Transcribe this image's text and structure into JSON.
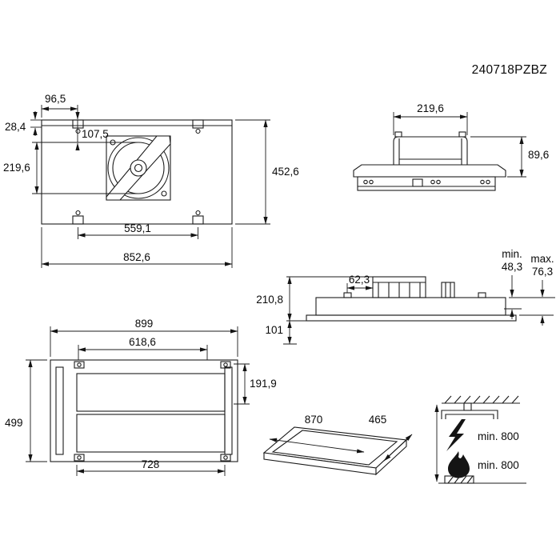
{
  "document": {
    "code": "240718PZBZ"
  },
  "top_view": {
    "dim_bracket_offset_x": "96,5",
    "dim_bracket_offset_y": "28,4",
    "dim_fan_hole_offset": "107,5",
    "dim_duct_diameter": "219,6",
    "dim_depth": "452,6",
    "dim_bracket_spacing": "559,1",
    "dim_width": "852,6"
  },
  "front_view": {
    "dim_duct_width": "219,6",
    "dim_height": "89,6"
  },
  "section_view": {
    "dim_offset": "62,3",
    "dim_height_upper": "210,8",
    "dim_height_lower": "101",
    "min_label": "min.",
    "min_value": "48,3",
    "max_label": "max.",
    "max_value": "76,3"
  },
  "cutout_view": {
    "dim_outer_width": "899",
    "dim_inner_width": "618,6",
    "dim_panel_height": "191,9",
    "dim_outer_depth": "499",
    "dim_inner_bottom_width": "728"
  },
  "panel_view": {
    "dim_length": "870",
    "dim_depth": "465"
  },
  "clearance_view": {
    "electric_clearance": "min. 800",
    "gas_clearance": "min. 800"
  }
}
